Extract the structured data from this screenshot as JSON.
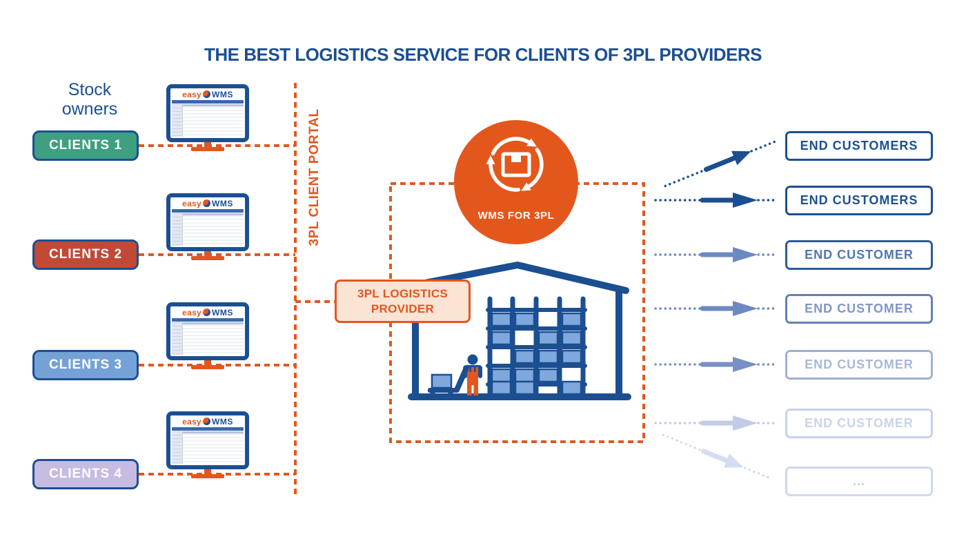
{
  "title": "THE BEST LOGISTICS SERVICE FOR CLIENTS OF 3PL PROVIDERS",
  "stock_owners_label": "Stock owners",
  "portal_label": "3PL CLIENT PORTAL",
  "monitor": {
    "logo_easy": "easy",
    "logo_wms": "WMS"
  },
  "clients": [
    {
      "label": "CLIENTS 1",
      "color": "#3EA081"
    },
    {
      "label": "CLIENTS 2",
      "color": "#C14936"
    },
    {
      "label": "CLIENTS 3",
      "color": "#75A2D6"
    },
    {
      "label": "CLIENTS 4",
      "color": "#C8BBE2"
    }
  ],
  "wms_circle": {
    "label": "WMS FOR 3PL",
    "color": "#E3571D"
  },
  "provider_box": {
    "label": "3PL LOGISTICS PROVIDER"
  },
  "end_rows": [
    {
      "label": "END CUSTOMERS",
      "border": "#1B4F91",
      "text": "#1B4F91",
      "arrow": "#1B4F91",
      "direction": "diagonal-up"
    },
    {
      "label": "END CUSTOMERS",
      "border": "#1B4F91",
      "text": "#1B4F91",
      "arrow": "#1B4F91",
      "direction": "horizontal"
    },
    {
      "label": "END CUSTOMER",
      "border": "#2E5A9C",
      "text": "#4F78B0",
      "arrow": "#6C89C3",
      "direction": "horizontal"
    },
    {
      "label": "END CUSTOMER",
      "border": "#647FB9",
      "text": "#7E97C6",
      "arrow": "#6C89C3",
      "direction": "horizontal"
    },
    {
      "label": "END CUSTOMER",
      "border": "#9FB0D6",
      "text": "#A7B8DB",
      "arrow": "#7890C5",
      "direction": "horizontal"
    },
    {
      "label": "END CUSTOMER",
      "border": "#C6D0E9",
      "text": "#C9D3EA",
      "arrow": "#C2CCE7",
      "direction": "horizontal"
    },
    {
      "label": "...",
      "border": "#CED8EE",
      "text": "#C3CEE8",
      "arrow": "#D4DCF0",
      "direction": "diagonal-down"
    }
  ],
  "colors": {
    "navy": "#1B4F91",
    "orange": "#E2571F",
    "provider_fill": "#FBE4D4",
    "rack_box_fill": "#7FA9DC",
    "monitor_stand": "#E2571F"
  }
}
